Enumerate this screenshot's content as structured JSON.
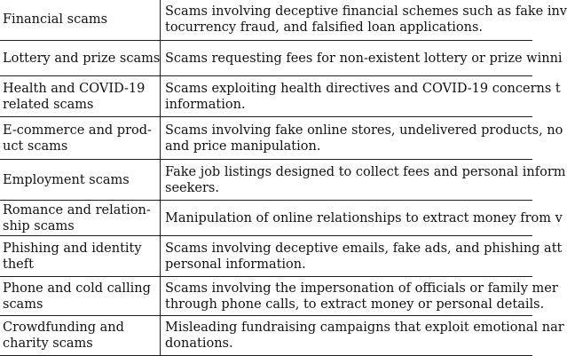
{
  "rows": [
    {
      "category": [
        "Financial scams"
      ],
      "description": [
        "Scams involving deceptive financial schemes such as fake inv",
        "tocurrency fraud, and falsified loan applications."
      ]
    },
    {
      "category": [
        "Lottery and prize scams"
      ],
      "description": [
        "Scams requesting fees for non-existent lottery or prize winni"
      ]
    },
    {
      "category": [
        "Health and COVID-19",
        "related scams"
      ],
      "description": [
        "Scams exploiting health directives and COVID-19 concerns t",
        "information."
      ]
    },
    {
      "category": [
        "E-commerce and prod-",
        "uct scams"
      ],
      "description": [
        "Scams involving fake online stores, undelivered products, no",
        "and price manipulation."
      ]
    },
    {
      "category": [
        "Employment scams"
      ],
      "description": [
        "Fake job listings designed to collect fees and personal inform",
        "seekers."
      ]
    },
    {
      "category": [
        "Romance and relation-",
        "ship scams"
      ],
      "description": [
        "Manipulation of online relationships to extract money from v"
      ]
    },
    {
      "category": [
        "Phishing and identity",
        "theft"
      ],
      "description": [
        "Scams involving deceptive emails, fake ads, and phishing att",
        "personal information."
      ]
    },
    {
      "category": [
        "Phone and cold calling",
        "scams"
      ],
      "description": [
        "Scams involving the impersonation of officials or family mer",
        "through phone calls, to extract money or personal details."
      ]
    },
    {
      "category": [
        "Crowdfunding and",
        "charity scams"
      ],
      "description": [
        "Misleading fundraising campaigns that exploit emotional nar",
        "donations."
      ]
    }
  ]
}
